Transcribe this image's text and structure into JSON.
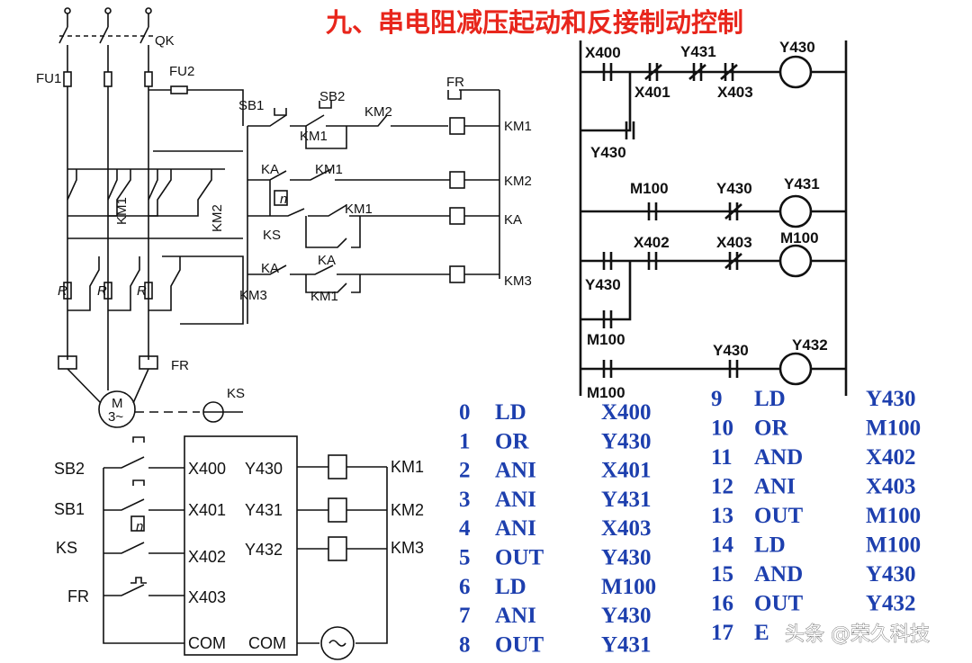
{
  "title": "九、串电阻减压起动和反接制动控制",
  "main_circuit": {
    "qk": "QK",
    "fu1": "FU1",
    "fu2": "FU2",
    "km1": "KM1",
    "km2": "KM2",
    "km3": "KM3",
    "r1": "R",
    "r2": "R",
    "r3": "R",
    "fr": "FR",
    "motor": "M",
    "motor_sub": "3~",
    "ks": "KS"
  },
  "control_circuit": {
    "sb1": "SB1",
    "sb2": "SB2",
    "km1_aux": "KM1",
    "km2_aux": "KM2",
    "fr": "FR",
    "coil_km1": "KM1",
    "ka_1": "KA",
    "km1_2": "KM1",
    "coil_km2": "KM2",
    "n": "n",
    "ks": "KS",
    "km1_3": "KM1",
    "coil_ka": "KA",
    "ka_2": "KA",
    "ka_3": "KA",
    "km1_4": "KM1",
    "coil_km3": "KM3"
  },
  "plc_wiring": {
    "inputs": [
      {
        "device": "SB2",
        "terminal": "X400"
      },
      {
        "device": "SB1",
        "terminal": "X401"
      },
      {
        "device": "KS",
        "terminal": "X402"
      },
      {
        "device": "FR",
        "terminal": "X403"
      }
    ],
    "outputs": [
      {
        "terminal": "Y430",
        "load": "KM1"
      },
      {
        "terminal": "Y431",
        "load": "KM2"
      },
      {
        "terminal": "Y432",
        "load": "KM3"
      }
    ],
    "n_symbol": "n",
    "com_in": "COM",
    "com_out": "COM"
  },
  "ladder": {
    "r1": {
      "c1": "X400",
      "c2": "X401",
      "c3": "Y431",
      "c4": "X403",
      "parallel": "Y430",
      "coil": "Y430"
    },
    "r2": {
      "c1": "M100",
      "c2": "Y430",
      "coil": "Y431"
    },
    "r3": {
      "c1": "X402",
      "c2": "X403",
      "parallel1": "Y430",
      "parallel2": "M100",
      "coil": "M100"
    },
    "r4": {
      "c1": "M100",
      "c2": "Y430",
      "coil": "Y432"
    }
  },
  "instructions_left": [
    {
      "step": "0",
      "op": "LD",
      "operand": "X400"
    },
    {
      "step": "1",
      "op": "OR",
      "operand": "Y430"
    },
    {
      "step": "2",
      "op": "ANI",
      "operand": "X401"
    },
    {
      "step": "3",
      "op": "ANI",
      "operand": "Y431"
    },
    {
      "step": "4",
      "op": "ANI",
      "operand": "X403"
    },
    {
      "step": "5",
      "op": "OUT",
      "operand": "Y430"
    },
    {
      "step": "6",
      "op": "LD",
      "operand": "M100"
    },
    {
      "step": "7",
      "op": "ANI",
      "operand": "Y430"
    },
    {
      "step": "8",
      "op": "OUT",
      "operand": "Y431"
    }
  ],
  "instructions_right": [
    {
      "step": "9",
      "op": "LD",
      "operand": "Y430"
    },
    {
      "step": "10",
      "op": "OR",
      "operand": "M100"
    },
    {
      "step": "11",
      "op": "AND",
      "operand": "X402"
    },
    {
      "step": "12",
      "op": "ANI",
      "operand": "X403"
    },
    {
      "step": "13",
      "op": "OUT",
      "operand": "M100"
    },
    {
      "step": "14",
      "op": "LD",
      "operand": "M100"
    },
    {
      "step": "15",
      "op": "AND",
      "operand": "Y430"
    },
    {
      "step": "16",
      "op": "OUT",
      "operand": "Y432"
    },
    {
      "step": "17",
      "op": "E",
      "operand": ""
    }
  ],
  "watermark": "头条 @荣久科技",
  "colors": {
    "title": "#e8261c",
    "instructions": "#1d3fae",
    "lines": "#111111"
  }
}
